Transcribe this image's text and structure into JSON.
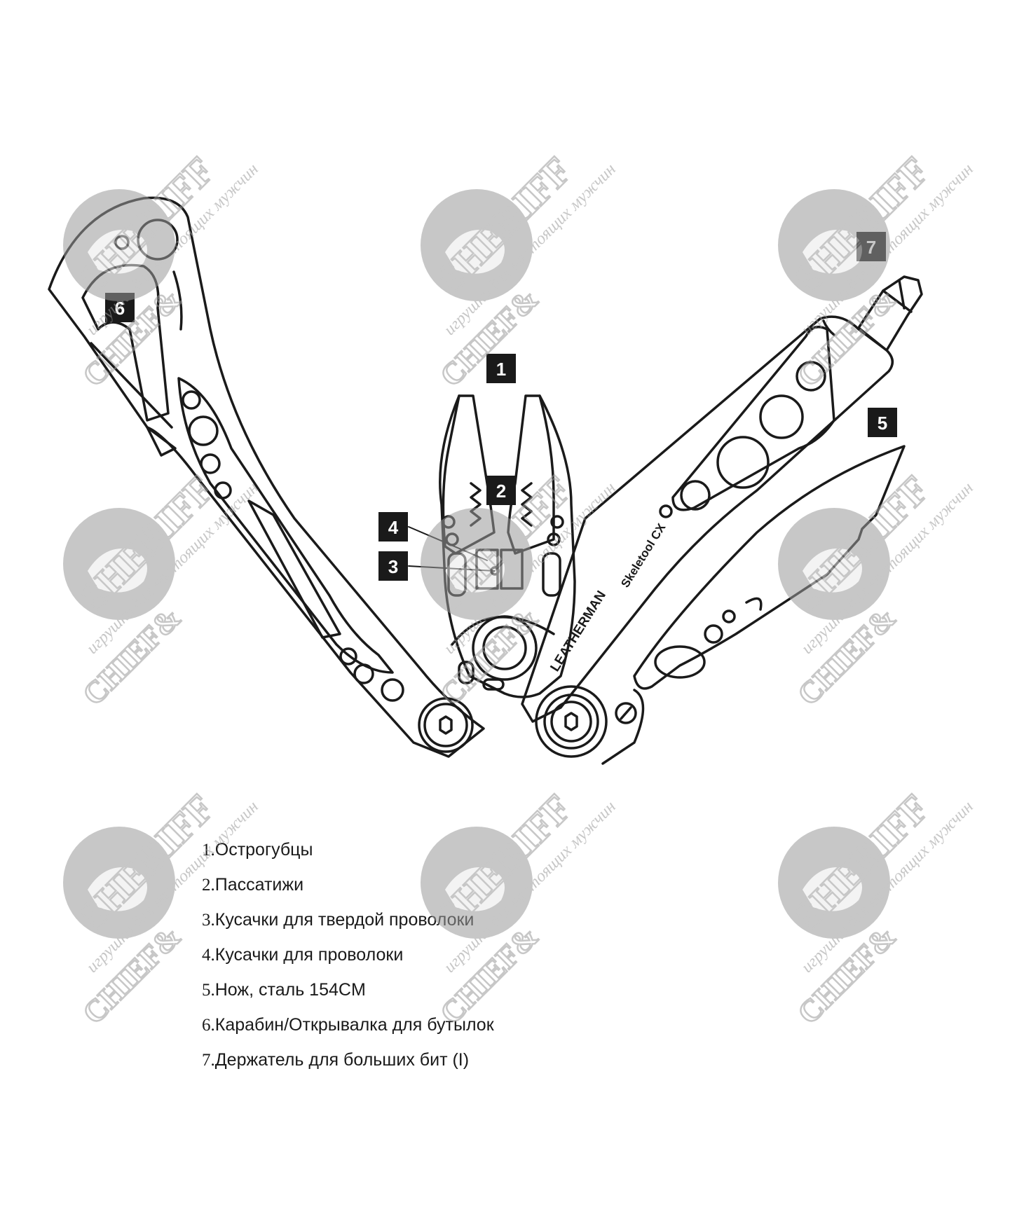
{
  "colors": {
    "line": "#1a1a1a",
    "watermark": "#9a9a9a",
    "callout_bg": "#1a1a1a",
    "callout_fg": "#ffffff"
  },
  "callouts": [
    "1",
    "2",
    "3",
    "4",
    "5",
    "6",
    "7"
  ],
  "tool_brand": "LEATHERMAN",
  "tool_model": "Skeletool CX",
  "watermark": {
    "brand_top": "SHERIFF",
    "brand_bottom": "CHIEF&",
    "tagline": "игрушки для настоящих мужчин"
  },
  "legend": [
    {
      "num": "1.",
      "text": "Острогубцы"
    },
    {
      "num": "2.",
      "text": "Пассатижи"
    },
    {
      "num": "3.",
      "text": "Кусачки для твердой проволоки"
    },
    {
      "num": "4.",
      "text": "Кусачки для проволоки"
    },
    {
      "num": "5.",
      "text": "Нож, сталь 154CM"
    },
    {
      "num": "6.",
      "text": "Карабин/Открывалка для бутылок"
    },
    {
      "num": "7.",
      "text": "Держатель для больших бит (I)"
    }
  ]
}
